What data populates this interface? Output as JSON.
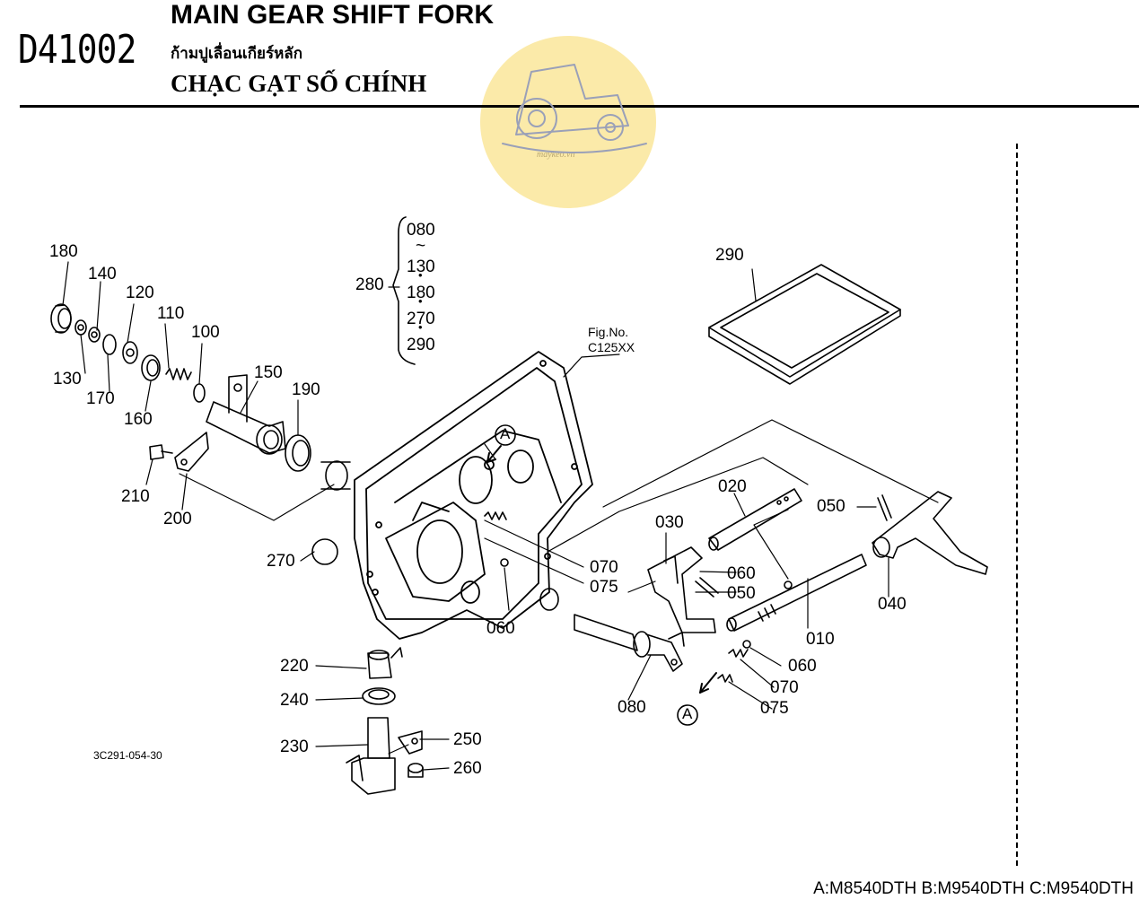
{
  "header": {
    "code": "D41002",
    "title_en": "MAIN GEAR SHIFT FORK",
    "title_th": "ก้ามปูเลื่อนเกียร์หลัก",
    "title_vi": "CHẠC GẠT SỐ CHÍNH"
  },
  "watermark": {
    "text": "maykeo.vn",
    "color": "#fbe8a0"
  },
  "figure_ref": {
    "line1": "Fig.No.",
    "line2": "C125XX"
  },
  "drawing_number": "3C291-054-30",
  "footer": "A:M8540DTH B:M9540DTH C:M9540DTH",
  "kit": {
    "label": "280",
    "items": [
      "080",
      "~",
      "130",
      "•",
      "180",
      "•",
      "270",
      "•",
      "290"
    ]
  },
  "parts": {
    "p180": "180",
    "p140": "140",
    "p120": "120",
    "p110": "110",
    "p100": "100",
    "p130": "130",
    "p170": "170",
    "p160": "160",
    "p150": "150",
    "p190": "190",
    "p210": "210",
    "p200": "200",
    "p270": "270",
    "p290": "290",
    "p020": "020",
    "p030": "030",
    "p050a": "050",
    "p050b": "050",
    "p060a": "060",
    "p060b": "060",
    "p060c": "060",
    "p070a": "070",
    "p070b": "070",
    "p075a": "075",
    "p075b": "075",
    "p040": "040",
    "p010": "010",
    "p080": "080",
    "p220": "220",
    "p240": "240",
    "p230": "230",
    "p250": "250",
    "p260": "260"
  },
  "callouts": {
    "a1": "A",
    "a2": "A"
  }
}
